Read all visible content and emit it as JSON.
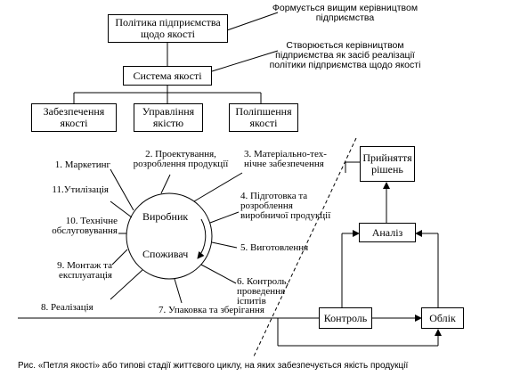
{
  "hierarchy": {
    "policy": "Політика підприємства щодо якості",
    "policy_note": "Формується вищим керівництвом підприємства",
    "system": "Система якості",
    "system_note": "Створюється керівництвом підприємства як засіб реалізації політики підприємства щодо якості",
    "assurance": "Забезпечення якості",
    "management": "Управління якістю",
    "improvement": "Поліпшення якості"
  },
  "loop": {
    "center_top": "Виробник",
    "center_bottom": "Споживач",
    "stages": {
      "s1": "1. Маркетинг",
      "s2": "2. Проектування, розроблення продукції",
      "s3": "3. Матеріально-тех- нічне забезпечення",
      "s4": "4. Підготовка та розроблення виробничої продукції",
      "s5": "5. Виготовлення",
      "s6": "6. Контроль, проведення іспитів",
      "s7": "7. Упаковка та зберігання",
      "s8": "8. Реалізація",
      "s9": "9. Монтаж та експлуатація",
      "s10": "10. Технічне обслуговування",
      "s11": "11.Утилізація"
    }
  },
  "feedback": {
    "decision": "Прийняття рішень",
    "analysis": "Аналіз",
    "control": "Контроль",
    "accounting": "Облік"
  },
  "caption": "Рис.   «Петля якості» або типові стадії життєвого циклу, на яких забезпечується якість продукції"
}
